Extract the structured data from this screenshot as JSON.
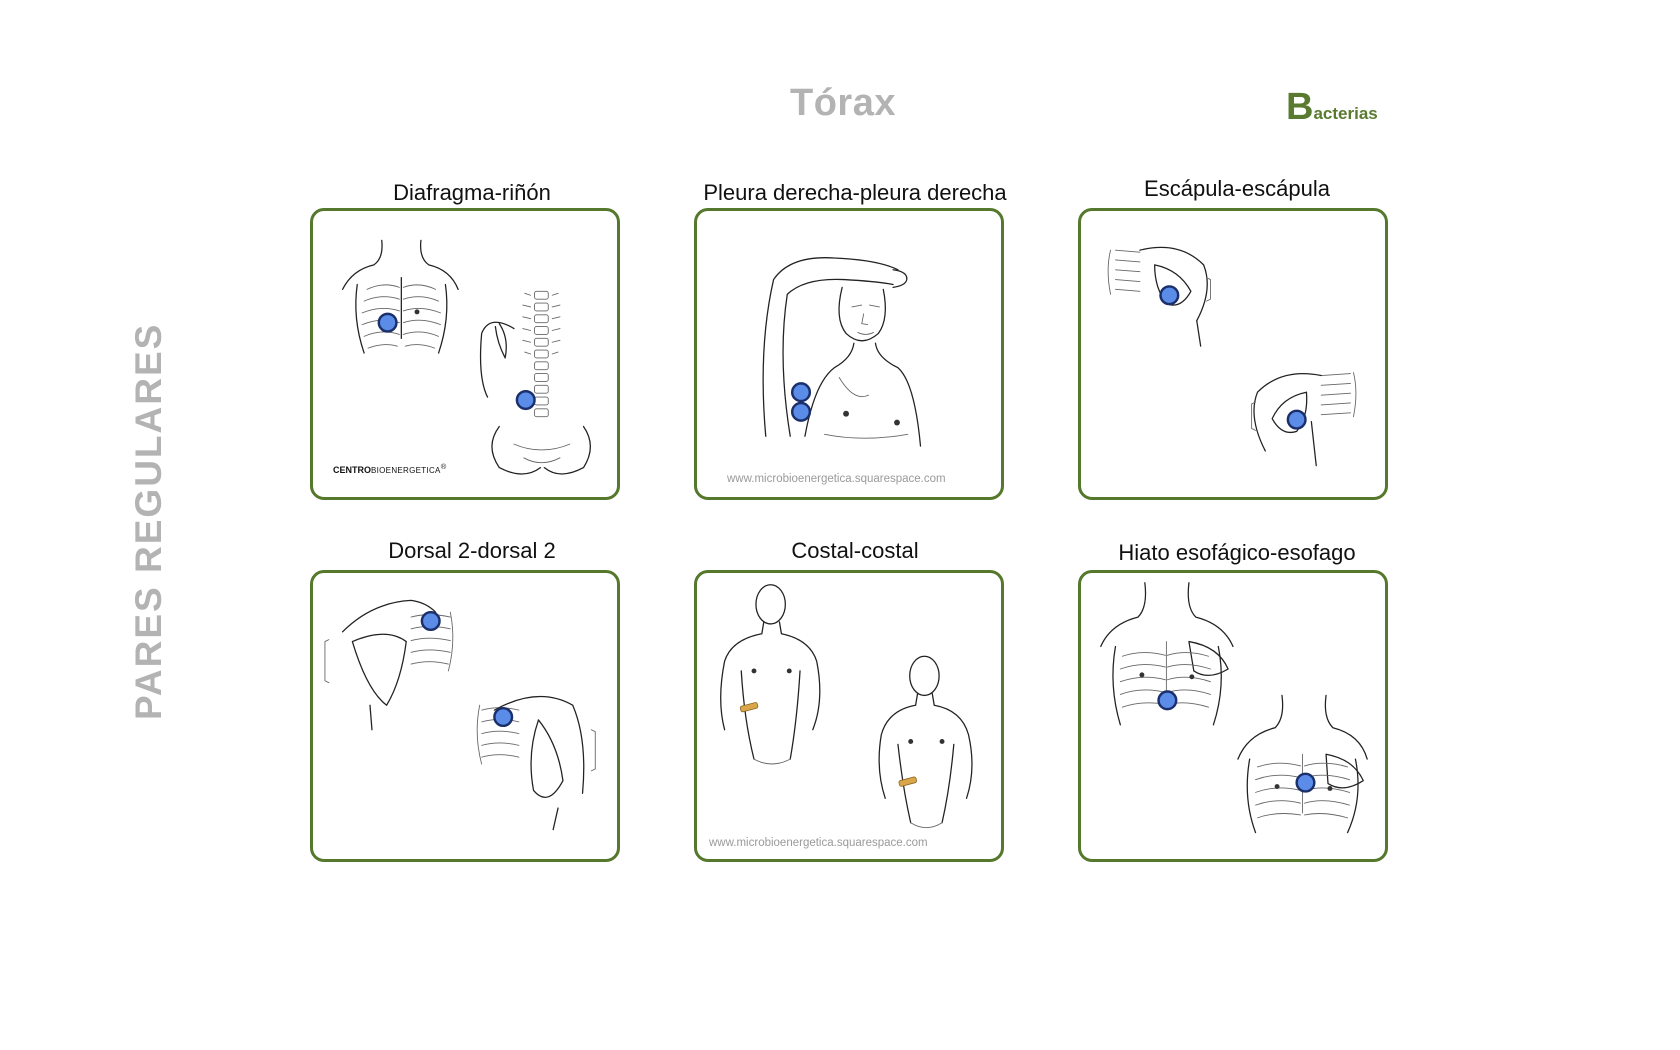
{
  "header": {
    "title": "Tórax",
    "brand_initial": "B",
    "brand_rest": "acterias"
  },
  "side_label": "PARES REGULARES",
  "colors": {
    "card_border": "#55782c",
    "brand": "#5a7a30",
    "title_gray": "#b3b3b3",
    "point_fill": "#5b8de8",
    "point_stroke": "#1b2f6b"
  },
  "cards": [
    {
      "title": "Diafragma-riñón",
      "logo_strong": "CENTRO",
      "logo_light": "BIOENERGETICA",
      "logo_mark": "®"
    },
    {
      "title": "Pleura derecha-pleura derecha",
      "watermark": "www.microbioenergetica.squarespace.com"
    },
    {
      "title": "Escápula-escápula"
    },
    {
      "title": "Dorsal 2-dorsal 2"
    },
    {
      "title": "Costal-costal",
      "watermark": "www.microbioenergetica.squarespace.com"
    },
    {
      "title": "Hiato esofágico-esofago"
    }
  ]
}
